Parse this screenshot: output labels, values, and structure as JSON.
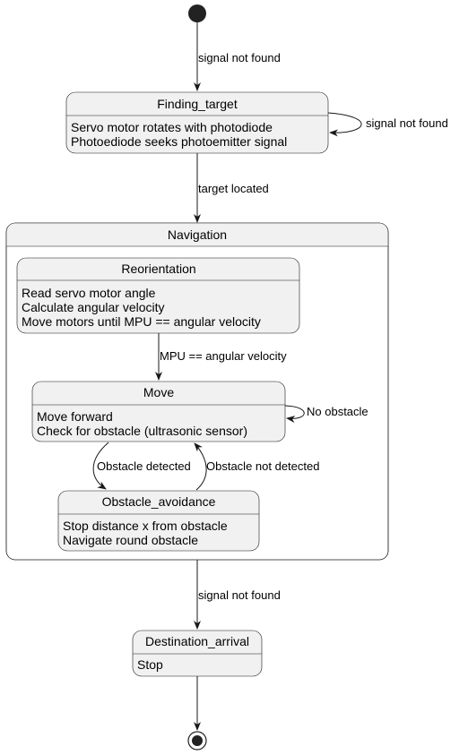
{
  "states": {
    "finding_target": {
      "title": "Finding_target",
      "lines": [
        "Servo motor rotates with photodiode",
        "Photoediode seeks photoemitter signal"
      ]
    },
    "navigation": {
      "title": "Navigation"
    },
    "reorientation": {
      "title": "Reorientation",
      "lines": [
        "Read servo motor angle",
        "Calculate angular velocity",
        "Move motors until MPU == angular velocity"
      ]
    },
    "move": {
      "title": "Move",
      "lines": [
        "Move forward",
        "Check for obstacle (ultrasonic sensor)"
      ]
    },
    "obstacle_avoidance": {
      "title": "Obstacle_avoidance",
      "lines": [
        "Stop distance x from obstacle",
        "Navigate round obstacle"
      ]
    },
    "destination_arrival": {
      "title": "Destination_arrival",
      "lines": [
        "Stop"
      ]
    }
  },
  "transitions": {
    "start_to_finding": "signal not found",
    "finding_self": "signal not found",
    "finding_to_navigation": "target located",
    "reorientation_to_move": "MPU == angular velocity",
    "move_self": "No obstacle",
    "move_to_obstacle": "Obstacle detected",
    "obstacle_to_move": "Obstacle not detected",
    "navigation_to_destination": "signal not found"
  }
}
